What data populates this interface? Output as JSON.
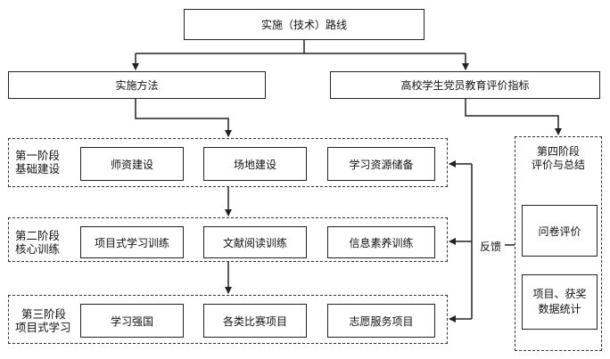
{
  "root": "实施（技术）路线",
  "method": "实施方法",
  "indicator": "高校学生党员教育评价指标",
  "stage1": {
    "title_line1": "第一阶段",
    "title_line2": "基础建设",
    "items": [
      "师资建设",
      "场地建设",
      "学习资源储备"
    ]
  },
  "stage2": {
    "title_line1": "第二阶段",
    "title_line2": "核心训练",
    "items": [
      "项目式学习训练",
      "文献阅读训练",
      "信息素养训练"
    ]
  },
  "stage3": {
    "title_line1": "第三阶段",
    "title_line2": "项目式学习",
    "items": [
      "学习强国",
      "各类比赛项目",
      "志愿服务项目"
    ]
  },
  "stage4": {
    "title_line1": "第四阶段",
    "title_line2": "评价与总结",
    "items": [
      "问卷评价",
      "项目、获奖数据统计"
    ]
  },
  "feedback": "反馈"
}
